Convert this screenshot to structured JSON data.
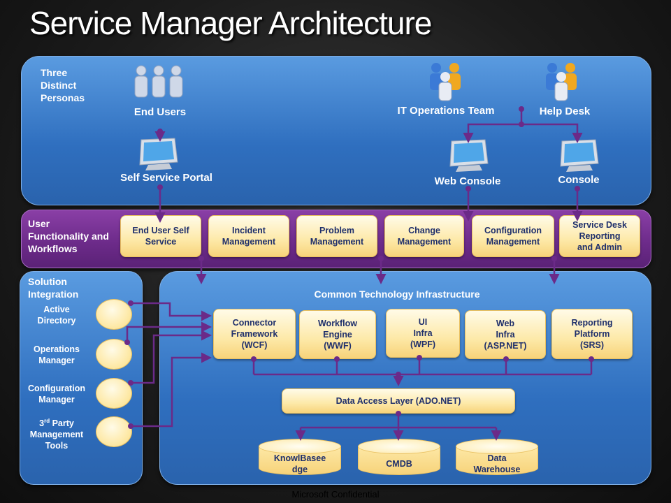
{
  "title": "Service Manager Architecture",
  "personas": {
    "heading": "Three\nDistinct\nPersonas",
    "end_users": "End Users",
    "it_ops": "IT Operations Team",
    "help_desk": "Help Desk",
    "self_service_portal": "Self Service Portal",
    "web_console": "Web Console",
    "console": "Console"
  },
  "user_functionality": {
    "heading": "User\nFunctionality and\nWorkflows",
    "boxes": [
      "End User Self\nService",
      "Incident\nManagement",
      "Problem\nManagement",
      "Change\nManagement",
      "Configuration\nManagement",
      "Service Desk\nReporting\nand Admin"
    ]
  },
  "solution_integration": {
    "heading": "Solution\nIntegration",
    "items": [
      "Active\nDirectory",
      "Operations\nManager",
      "Configuration\nManager",
      "Management\nTools"
    ],
    "third_party_prefix": "3",
    "third_party_sup": "rd",
    "third_party_rest": " Party"
  },
  "infrastructure": {
    "heading": "Common Technology Infrastructure",
    "boxes": [
      "Connector\nFramework\n(WCF)",
      "Workflow\nEngine\n(WWF)",
      "UI\nInfra\n(WPF)",
      "Web\nInfra\n(ASP.NET)",
      "Reporting\nPlatform\n(SRS)"
    ],
    "data_access": "Data Access  Layer (ADO.NET)",
    "stores": [
      "KnowlBasee\ndge",
      "CMDB",
      "Data\nWarehouse"
    ]
  },
  "footer": "Microsoft Confidential",
  "colors": {
    "panel_blue": "#3a7fd0",
    "band_purple": "#6b2a88",
    "box_fill": "#fde9a8",
    "connector": "#6b2a88"
  }
}
